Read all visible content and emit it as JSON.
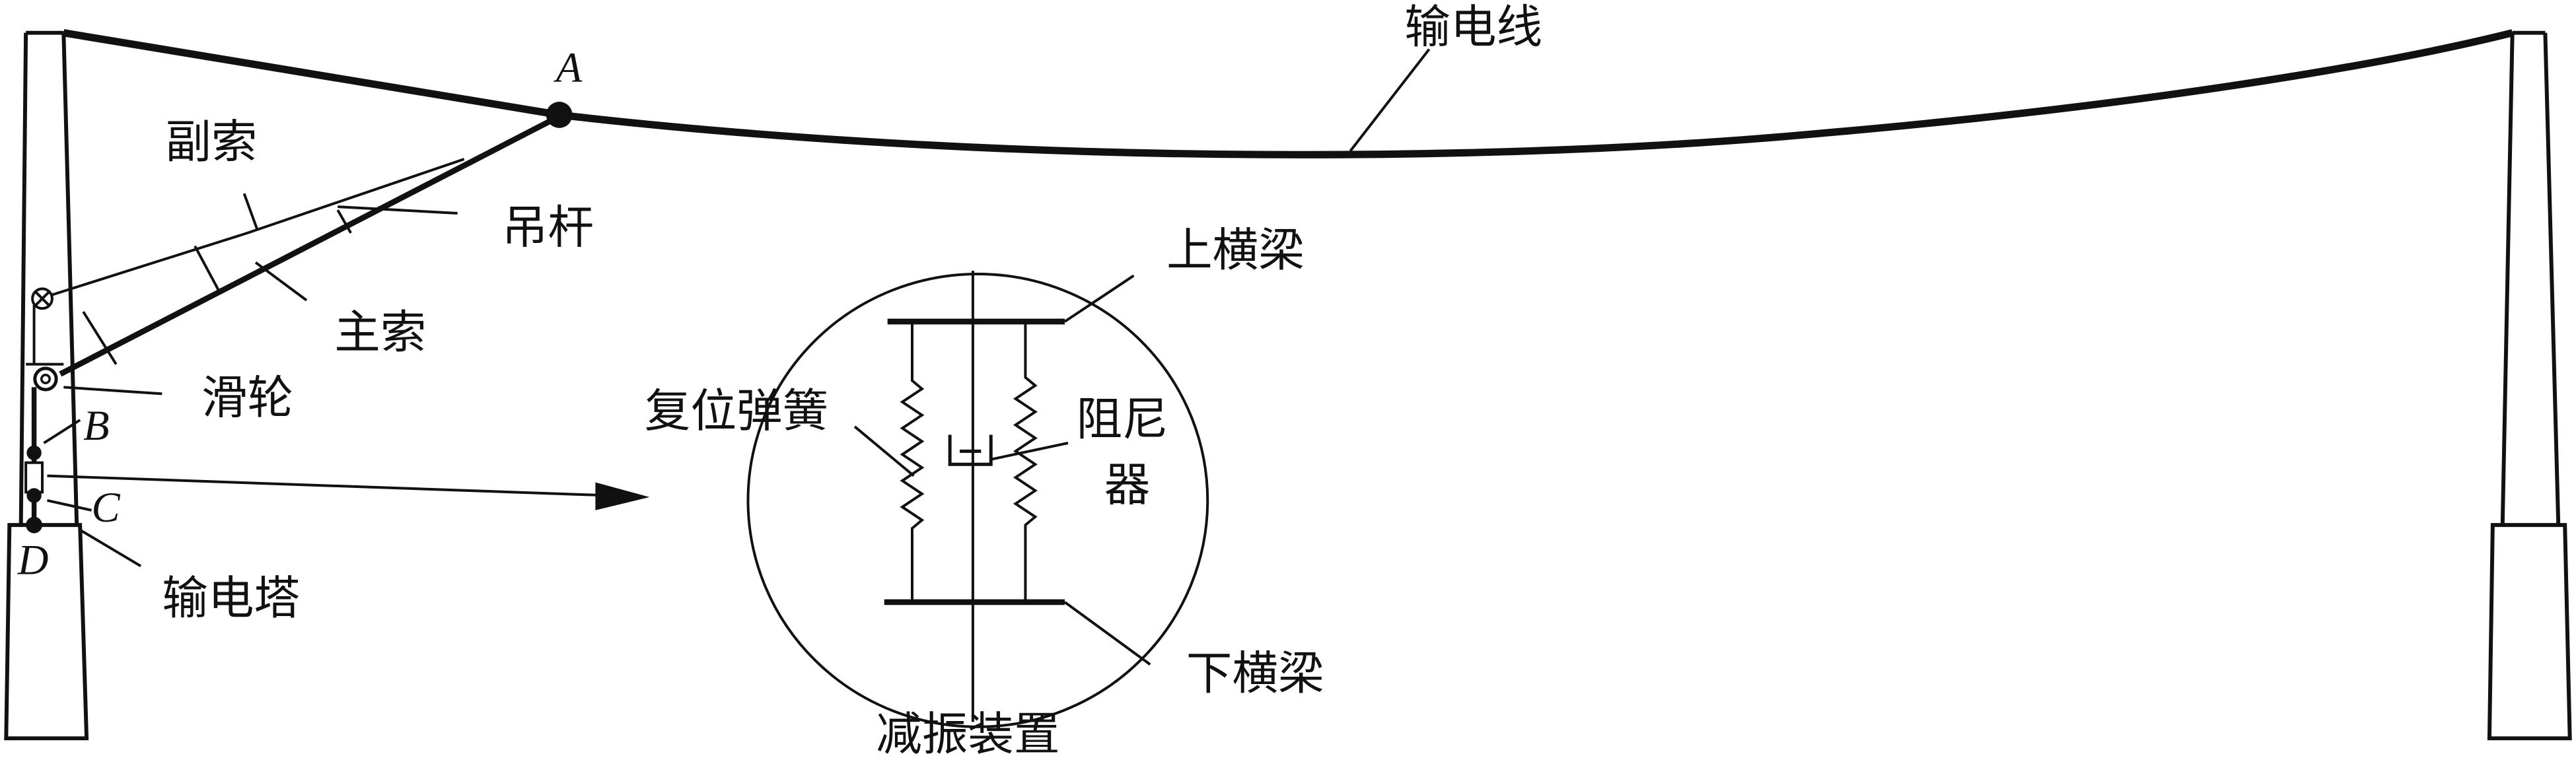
{
  "labels": {
    "power_line": "输电线",
    "point_a": "A",
    "point_b": "B",
    "point_c": "C",
    "point_d": "D",
    "auxiliary_cable": "副索",
    "boom": "吊杆",
    "main_cable": "主索",
    "pulley": "滑轮",
    "tower": "输电塔",
    "upper_beam": "上横梁",
    "lower_beam": "下横梁",
    "reset_spring": "复位弹簧",
    "damper_line1": "阻尼",
    "damper_line2": "器",
    "damping_device": "减振装置"
  },
  "colors": {
    "stroke": "#111111",
    "background": "#ffffff"
  }
}
